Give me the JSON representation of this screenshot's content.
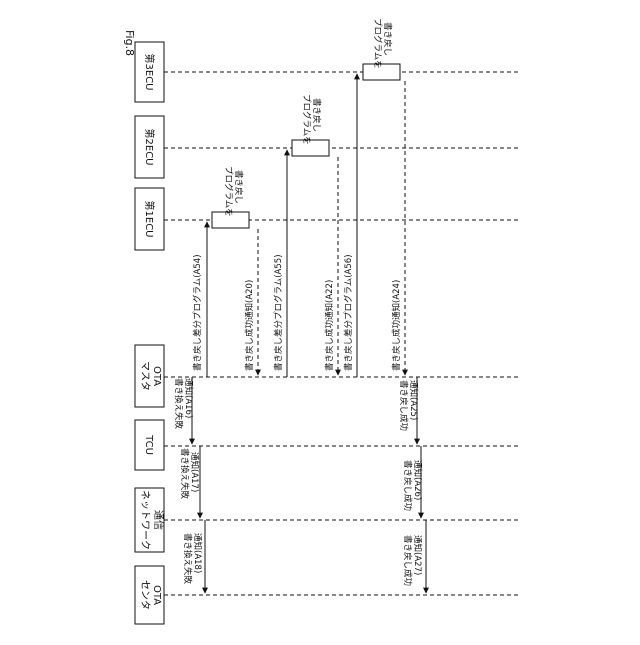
{
  "figure_label": "Fig.8",
  "entities": {
    "ecu3": {
      "line1": "第3ECU"
    },
    "ecu2": {
      "line1": "第2ECU"
    },
    "ecu1": {
      "line1": "第1ECU"
    },
    "ota_master": {
      "line1": "OTA",
      "line2": "マスタ"
    },
    "tcu": {
      "line1": "TCU"
    },
    "network": {
      "line1": "通信",
      "line2": "ネットワーク"
    },
    "ota_center": {
      "line1": "OTA",
      "line2": "センタ"
    }
  },
  "activities": {
    "ecu1": {
      "line1": "プログラムを",
      "line2": "書き戻し"
    },
    "ecu2": {
      "line1": "プログラムを",
      "line2": "書き戻し"
    },
    "ecu3": {
      "line1": "プログラムを",
      "line2": "書き戻し"
    }
  },
  "messages": {
    "a54": "書き戻し差分プログラム(A54)",
    "a20": "書き戻し成功通知(A20)",
    "a55": "書き戻し差分プログラム(A55)",
    "a22": "書き戻し成功通知(A22)",
    "a56": "書き戻し差分プログラム(A56)",
    "a24": "書き戻し成功通知(A24)",
    "a16": {
      "line1": "書き換え失敗",
      "line2": "通知(A16)"
    },
    "a25": {
      "line1": "書き戻し成功",
      "line2": "通知(A25)"
    },
    "a17": {
      "line1": "書き換え失敗",
      "line2": "通知(A17)"
    },
    "a26": {
      "line1": "書き戻し成功",
      "line2": "通知(A26)"
    },
    "a18": {
      "line1": "書き換え失敗",
      "line2": "通知(A18)"
    },
    "a27": {
      "line1": "書き戻し成功",
      "line2": "通知(A27)"
    }
  }
}
